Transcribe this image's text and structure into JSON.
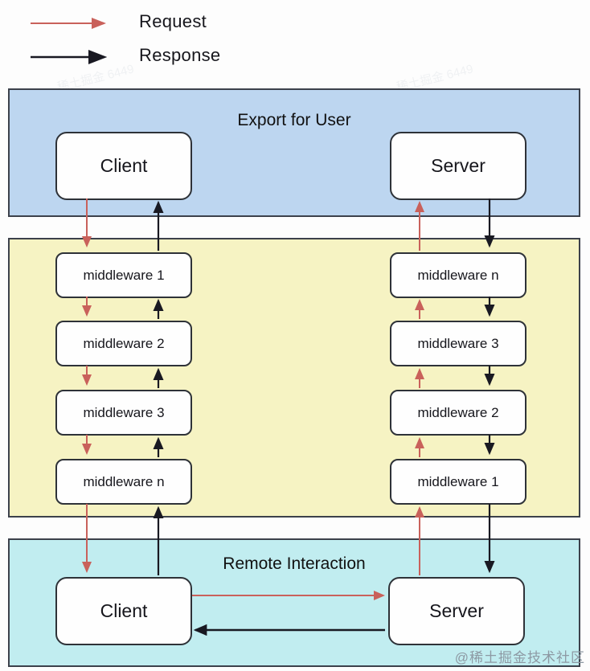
{
  "legend": {
    "request_label": "Request",
    "response_label": "Response"
  },
  "sections": {
    "export": {
      "title": "Export for User",
      "bg": "#bdd6f0",
      "client_label": "Client",
      "server_label": "Server"
    },
    "middleware": {
      "bg": "#f6f3c3",
      "left": [
        "middleware 1",
        "middleware 2",
        "middleware 3",
        "middleware n"
      ],
      "right": [
        "middleware n",
        "middleware 3",
        "middleware 2",
        "middleware 1"
      ]
    },
    "remote": {
      "title": "Remote Interaction",
      "bg": "#c1edf0",
      "client_label": "Client",
      "server_label": "Server"
    }
  },
  "colors": {
    "request_arrow": "#c9615b",
    "response_arrow": "#191922",
    "panel_border": "#3c414b"
  },
  "watermark": {
    "main": "@稀土掘金技术社区",
    "faint": "稀土掘金 6449"
  }
}
